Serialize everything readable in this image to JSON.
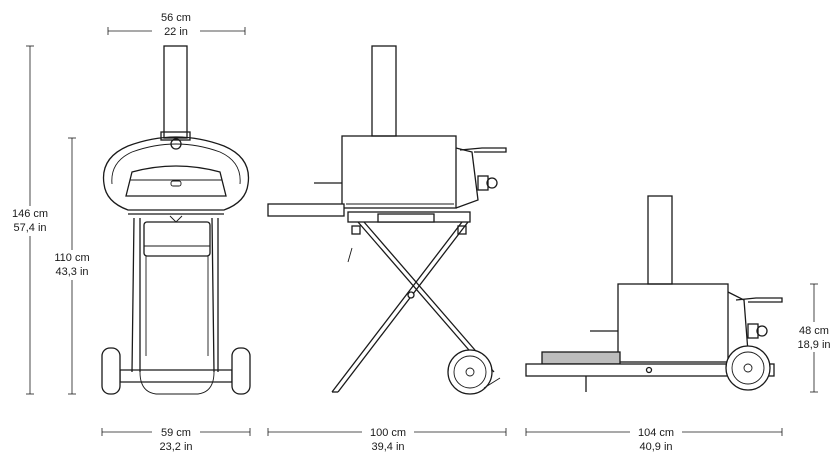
{
  "dimensions": {
    "top_width": {
      "metric": "56 cm",
      "imperial": "22 in"
    },
    "total_height": {
      "metric": "146 cm",
      "imperial": "57,4 in"
    },
    "cart_height": {
      "metric": "110 cm",
      "imperial": "43,3 in"
    },
    "front_width": {
      "metric": "59 cm",
      "imperial": "23,2 in"
    },
    "side_length": {
      "metric": "100 cm",
      "imperial": "39,4 in"
    },
    "folded_length": {
      "metric": "104 cm",
      "imperial": "40,9 in"
    },
    "folded_height": {
      "metric": "48 cm",
      "imperial": "18,9 in"
    }
  }
}
